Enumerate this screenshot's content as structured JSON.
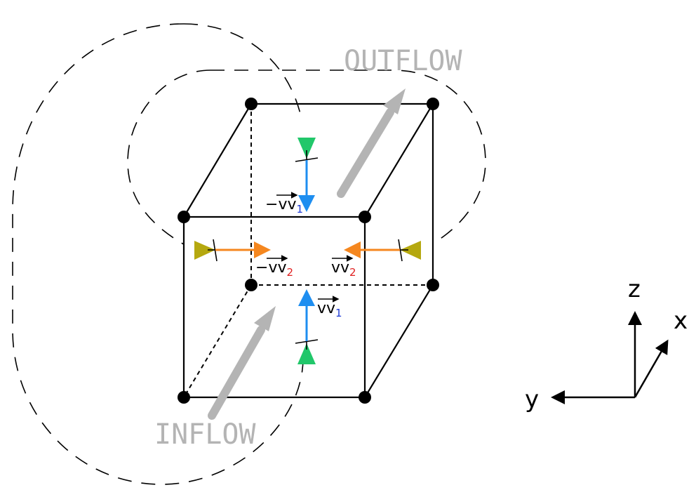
{
  "labels": {
    "outflow": "OUTFLOW",
    "inflow": "INFLOW"
  },
  "vectors": {
    "top": {
      "sign": "−",
      "symbol": "vv",
      "index": "1"
    },
    "left": {
      "sign": "−",
      "symbol": "vv",
      "index": "2"
    },
    "right": {
      "sign": "",
      "symbol": "vv",
      "index": "2"
    },
    "bottom": {
      "sign": "",
      "symbol": "vv",
      "index": "1"
    }
  },
  "axes": {
    "z": "z",
    "x": "x",
    "y": "y"
  },
  "colors": {
    "edge": "#000000",
    "flow_arrow": "#b4b4b4",
    "arrow_v1": "#1e8ef0",
    "arrow_v2": "#f5871f",
    "marker_green": "#21c76a",
    "marker_olive": "#b5a80f",
    "index1": "#1f3bd6",
    "index2": "#e02020"
  }
}
